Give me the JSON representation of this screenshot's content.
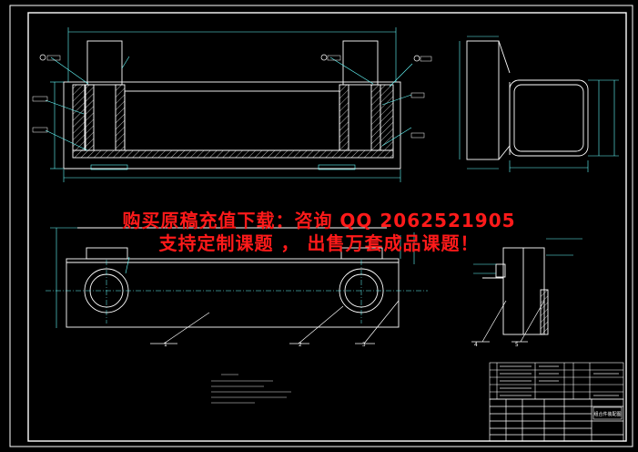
{
  "watermark": {
    "line1": "购买原稿充值下载：咨询 QQ 2062521905",
    "line2": "支持定制课题 ， 出售万套成品课题！"
  },
  "part_numbers": [
    "1",
    "2",
    "3",
    "4",
    "5"
  ],
  "title_block": {
    "drawing_title": "组合件装配图"
  },
  "colors": {
    "background": "#000000",
    "outline": "#ffffff",
    "hatch": "#ffffff",
    "dimension": "#66ffff",
    "watermark": "#ff1a1a",
    "note_text": "#ffff66"
  }
}
